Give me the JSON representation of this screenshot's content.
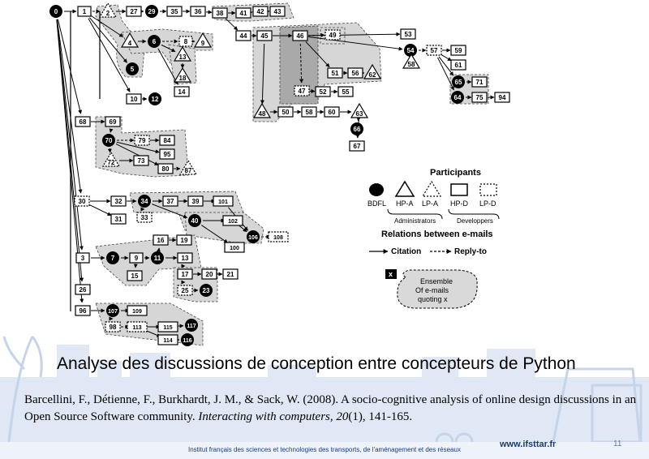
{
  "slide": {
    "title": "Analyse des discussions de conception entre concepteurs de Python",
    "citation": {
      "authors": "Barcellini, F., Détienne, F., Burkhardt, J. M., & Sack, W. (2008). A socio-cognitive analysis of online design discussions in an Open Source Software community.",
      "journal": "Interacting with computers",
      "volume": "20",
      "issue_pages": "(1), 141-165."
    },
    "footer": {
      "institute": "Institut français des sciences et technologies des transports, de l'aménagement et des réseaux",
      "url": "www.ifsttar.fr",
      "page_number": "11"
    }
  },
  "diagram": {
    "nodes": [
      {
        "id": "0",
        "shape": "circle"
      },
      {
        "id": "1",
        "shape": "box"
      },
      {
        "id": "2",
        "shape": "tri-dashed"
      },
      {
        "id": "27",
        "shape": "box"
      },
      {
        "id": "29",
        "shape": "circle"
      },
      {
        "id": "35",
        "shape": "box"
      },
      {
        "id": "36",
        "shape": "box"
      },
      {
        "id": "38",
        "shape": "box"
      },
      {
        "id": "41",
        "shape": "box"
      },
      {
        "id": "42",
        "shape": "box"
      },
      {
        "id": "43",
        "shape": "box"
      },
      {
        "id": "4",
        "shape": "tri"
      },
      {
        "id": "6",
        "shape": "circle"
      },
      {
        "id": "8",
        "shape": "box-dashed"
      },
      {
        "id": "9",
        "shape": "tri"
      },
      {
        "id": "5",
        "shape": "circle"
      },
      {
        "id": "10",
        "shape": "box"
      },
      {
        "id": "12",
        "shape": "circle"
      },
      {
        "id": "13",
        "shape": "tri"
      },
      {
        "id": "18",
        "shape": "tri"
      },
      {
        "id": "14",
        "shape": "box"
      },
      {
        "id": "44",
        "shape": "box"
      },
      {
        "id": "45",
        "shape": "box"
      },
      {
        "id": "46",
        "shape": "box"
      },
      {
        "id": "49",
        "shape": "box-dashed"
      },
      {
        "id": "53",
        "shape": "box"
      },
      {
        "id": "54",
        "shape": "circle"
      },
      {
        "id": "57",
        "shape": "box-dashed"
      },
      {
        "id": "59",
        "shape": "box"
      },
      {
        "id": "61",
        "shape": "box"
      },
      {
        "id": "58b",
        "shape": "tri"
      },
      {
        "id": "65",
        "shape": "circle"
      },
      {
        "id": "71",
        "shape": "box"
      },
      {
        "id": "64",
        "shape": "circle"
      },
      {
        "id": "75",
        "shape": "box"
      },
      {
        "id": "94",
        "shape": "box"
      },
      {
        "id": "51",
        "shape": "box"
      },
      {
        "id": "56",
        "shape": "box"
      },
      {
        "id": "62",
        "shape": "tri"
      },
      {
        "id": "47",
        "shape": "box-dashed"
      },
      {
        "id": "52",
        "shape": "box"
      },
      {
        "id": "55",
        "shape": "box"
      },
      {
        "id": "48",
        "shape": "tri"
      },
      {
        "id": "50",
        "shape": "box"
      },
      {
        "id": "58",
        "shape": "box"
      },
      {
        "id": "60",
        "shape": "box"
      },
      {
        "id": "63",
        "shape": "tri"
      },
      {
        "id": "66",
        "shape": "circle"
      },
      {
        "id": "67",
        "shape": "box"
      },
      {
        "id": "68",
        "shape": "box"
      },
      {
        "id": "69",
        "shape": "box"
      },
      {
        "id": "70",
        "shape": "circle"
      },
      {
        "id": "79",
        "shape": "box-dashed"
      },
      {
        "id": "84",
        "shape": "box"
      },
      {
        "id": "72",
        "shape": "tri-dashed"
      },
      {
        "id": "73",
        "shape": "box"
      },
      {
        "id": "95",
        "shape": "box"
      },
      {
        "id": "80",
        "shape": "box"
      },
      {
        "id": "87",
        "shape": "tri-dashed"
      },
      {
        "id": "30",
        "shape": "box-dashed"
      },
      {
        "id": "32",
        "shape": "box"
      },
      {
        "id": "34",
        "shape": "circle"
      },
      {
        "id": "37",
        "shape": "box"
      },
      {
        "id": "39",
        "shape": "box"
      },
      {
        "id": "101",
        "shape": "box"
      },
      {
        "id": "31",
        "shape": "box"
      },
      {
        "id": "33",
        "shape": "box-dashed"
      },
      {
        "id": "40",
        "shape": "circle"
      },
      {
        "id": "102",
        "shape": "box"
      },
      {
        "id": "106",
        "shape": "circle"
      },
      {
        "id": "108",
        "shape": "box-dashed"
      },
      {
        "id": "100",
        "shape": "box"
      },
      {
        "id": "3",
        "shape": "box"
      },
      {
        "id": "7",
        "shape": "circle"
      },
      {
        "id": "9b",
        "shape": "box"
      },
      {
        "id": "11",
        "shape": "circle"
      },
      {
        "id": "13b",
        "shape": "box"
      },
      {
        "id": "16",
        "shape": "box"
      },
      {
        "id": "19",
        "shape": "box"
      },
      {
        "id": "15",
        "shape": "box"
      },
      {
        "id": "17",
        "shape": "box"
      },
      {
        "id": "20",
        "shape": "box"
      },
      {
        "id": "21",
        "shape": "box"
      },
      {
        "id": "25",
        "shape": "box-dashed"
      },
      {
        "id": "23",
        "shape": "circle"
      },
      {
        "id": "26",
        "shape": "box"
      },
      {
        "id": "96",
        "shape": "box"
      },
      {
        "id": "107",
        "shape": "circle"
      },
      {
        "id": "109",
        "shape": "box"
      },
      {
        "id": "98",
        "shape": "box-dashed"
      },
      {
        "id": "113",
        "shape": "box-dashed"
      },
      {
        "id": "115",
        "shape": "box"
      },
      {
        "id": "117",
        "shape": "circle"
      },
      {
        "id": "114",
        "shape": "box"
      },
      {
        "id": "116",
        "shape": "circle"
      }
    ],
    "labels": {
      "0": "0",
      "1": "1",
      "2": "2",
      "27": "27",
      "29": "29",
      "35": "35",
      "36": "36",
      "38": "38",
      "41": "41",
      "42": "42",
      "43": "43",
      "4": "4",
      "6": "6",
      "8": "8",
      "9": "9",
      "5": "5",
      "10": "10",
      "12": "12",
      "13": "13",
      "18": "18",
      "14": "14",
      "44": "44",
      "45": "45",
      "46": "46",
      "49": "49",
      "53": "53",
      "54": "54",
      "57": "57",
      "59": "59",
      "61": "61",
      "58b": "58",
      "65": "65",
      "71": "71",
      "64": "64",
      "75": "75",
      "94": "94",
      "51": "51",
      "56": "56",
      "62": "62",
      "47": "47",
      "52": "52",
      "55": "55",
      "48": "48",
      "50": "50",
      "58": "58",
      "60": "60",
      "63": "63",
      "66": "66",
      "67": "67",
      "68": "68",
      "69": "69",
      "70": "70",
      "79": "79",
      "84": "84",
      "72": "72",
      "73": "73",
      "95": "95",
      "80": "80",
      "87": "87",
      "30": "30",
      "32": "32",
      "34": "34",
      "37": "37",
      "39": "39",
      "101": "101",
      "31": "31",
      "33": "33",
      "40": "40",
      "102": "102",
      "106": "106",
      "108": "108",
      "100": "100",
      "3": "3",
      "7": "7",
      "9b": "9",
      "11": "11",
      "13b": "13",
      "16": "16",
      "19": "19",
      "15": "15",
      "17": "17",
      "20": "20",
      "21": "21",
      "25": "25",
      "23": "23",
      "26": "26",
      "96": "96",
      "107": "107",
      "109": "109",
      "98": "98",
      "113": "113",
      "115": "115",
      "117": "117",
      "114": "114",
      "116": "116"
    },
    "edges": [
      [
        "0",
        "1",
        "solid"
      ],
      [
        "1",
        "2",
        "dashed"
      ],
      [
        "2",
        "27",
        "solid"
      ],
      [
        "27",
        "29",
        "solid"
      ],
      [
        "29",
        "35",
        "solid"
      ],
      [
        "35",
        "36",
        "solid"
      ],
      [
        "36",
        "38",
        "solid"
      ],
      [
        "38",
        "41",
        "solid"
      ],
      [
        "41",
        "42",
        "solid"
      ],
      [
        "42",
        "43",
        "solid"
      ],
      [
        "1",
        "4",
        "solid"
      ],
      [
        "4",
        "6",
        "solid"
      ],
      [
        "6",
        "8",
        "dashed"
      ],
      [
        "8",
        "9",
        "solid"
      ],
      [
        "6",
        "13",
        "solid"
      ],
      [
        "13",
        "18",
        "solid"
      ],
      [
        "6",
        "14",
        "solid"
      ],
      [
        "1",
        "5",
        "solid"
      ],
      [
        "1",
        "10",
        "solid"
      ],
      [
        "10",
        "12",
        "solid"
      ],
      [
        "38",
        "44",
        "solid"
      ],
      [
        "44",
        "45",
        "solid"
      ],
      [
        "45",
        "46",
        "solid"
      ],
      [
        "46",
        "49",
        "dashed"
      ],
      [
        "46",
        "53",
        "solid"
      ],
      [
        "46",
        "54",
        "solid"
      ],
      [
        "54",
        "57",
        "dashed"
      ],
      [
        "57",
        "59",
        "solid"
      ],
      [
        "57",
        "61",
        "solid"
      ],
      [
        "54",
        "58b",
        "solid"
      ],
      [
        "57",
        "65",
        "solid"
      ],
      [
        "65",
        "71",
        "solid"
      ],
      [
        "57",
        "64",
        "solid"
      ],
      [
        "64",
        "75",
        "solid"
      ],
      [
        "75",
        "94",
        "solid"
      ],
      [
        "46",
        "51",
        "solid"
      ],
      [
        "51",
        "56",
        "solid"
      ],
      [
        "56",
        "62",
        "solid"
      ],
      [
        "46",
        "47",
        "dashed"
      ],
      [
        "47",
        "52",
        "solid"
      ],
      [
        "52",
        "55",
        "solid"
      ],
      [
        "45",
        "48",
        "solid"
      ],
      [
        "48",
        "50",
        "solid"
      ],
      [
        "50",
        "58",
        "solid"
      ],
      [
        "58",
        "60",
        "solid"
      ],
      [
        "60",
        "63",
        "solid"
      ],
      [
        "63",
        "66",
        "solid"
      ],
      [
        "63",
        "67",
        "solid"
      ],
      [
        "0",
        "68",
        "solid"
      ],
      [
        "68",
        "69",
        "solid"
      ],
      [
        "69",
        "70",
        "solid"
      ],
      [
        "70",
        "79",
        "dashed"
      ],
      [
        "79",
        "84",
        "solid"
      ],
      [
        "70",
        "72",
        "dashed"
      ],
      [
        "72",
        "73",
        "solid"
      ],
      [
        "70",
        "95",
        "solid"
      ],
      [
        "70",
        "80",
        "solid"
      ],
      [
        "80",
        "87",
        "dashed"
      ],
      [
        "0",
        "30",
        "solid"
      ],
      [
        "30",
        "32",
        "solid"
      ],
      [
        "32",
        "34",
        "solid"
      ],
      [
        "34",
        "37",
        "solid"
      ],
      [
        "37",
        "39",
        "solid"
      ],
      [
        "39",
        "101",
        "solid"
      ],
      [
        "30",
        "31",
        "solid"
      ],
      [
        "34",
        "33",
        "dashed"
      ],
      [
        "34",
        "40",
        "solid"
      ],
      [
        "40",
        "102",
        "solid"
      ],
      [
        "102",
        "106",
        "solid"
      ],
      [
        "106",
        "108",
        "dashed"
      ],
      [
        "40",
        "100",
        "solid"
      ],
      [
        "101",
        "106",
        "solid"
      ],
      [
        "0",
        "3",
        "solid"
      ],
      [
        "3",
        "7",
        "solid"
      ],
      [
        "7",
        "9b",
        "solid"
      ],
      [
        "9b",
        "11",
        "solid"
      ],
      [
        "11",
        "13b",
        "solid"
      ],
      [
        "11",
        "16",
        "solid"
      ],
      [
        "16",
        "19",
        "solid"
      ],
      [
        "9b",
        "15",
        "solid"
      ],
      [
        "13b",
        "17",
        "solid"
      ],
      [
        "17",
        "20",
        "solid"
      ],
      [
        "20",
        "21",
        "solid"
      ],
      [
        "17",
        "25",
        "dashed"
      ],
      [
        "25",
        "23",
        "solid"
      ],
      [
        "0",
        "26",
        "solid"
      ],
      [
        "0",
        "96",
        "solid"
      ],
      [
        "96",
        "107",
        "solid"
      ],
      [
        "107",
        "109",
        "solid"
      ],
      [
        "107",
        "98",
        "dashed"
      ],
      [
        "98",
        "113",
        "dashed"
      ],
      [
        "113",
        "115",
        "solid"
      ],
      [
        "115",
        "117",
        "solid"
      ],
      [
        "113",
        "114",
        "solid"
      ],
      [
        "114",
        "116",
        "solid"
      ]
    ]
  },
  "legend": {
    "participants_title": "Participants",
    "bdfl": "BDFL",
    "hp_a": "HP-A",
    "lp_a": "LP-A",
    "hp_d": "HP-D",
    "lp_d": "LP-D",
    "administrators": "Administrators",
    "developpers": "Developpers",
    "relations_title": "Relations between e-mails",
    "citation": "Citation",
    "reply_to": "Reply-to",
    "ensemble_marker": "x",
    "ensemble_line1": "Ensemble",
    "ensemble_line2": "Of e-mails",
    "ensemble_line3": "quoting x"
  }
}
